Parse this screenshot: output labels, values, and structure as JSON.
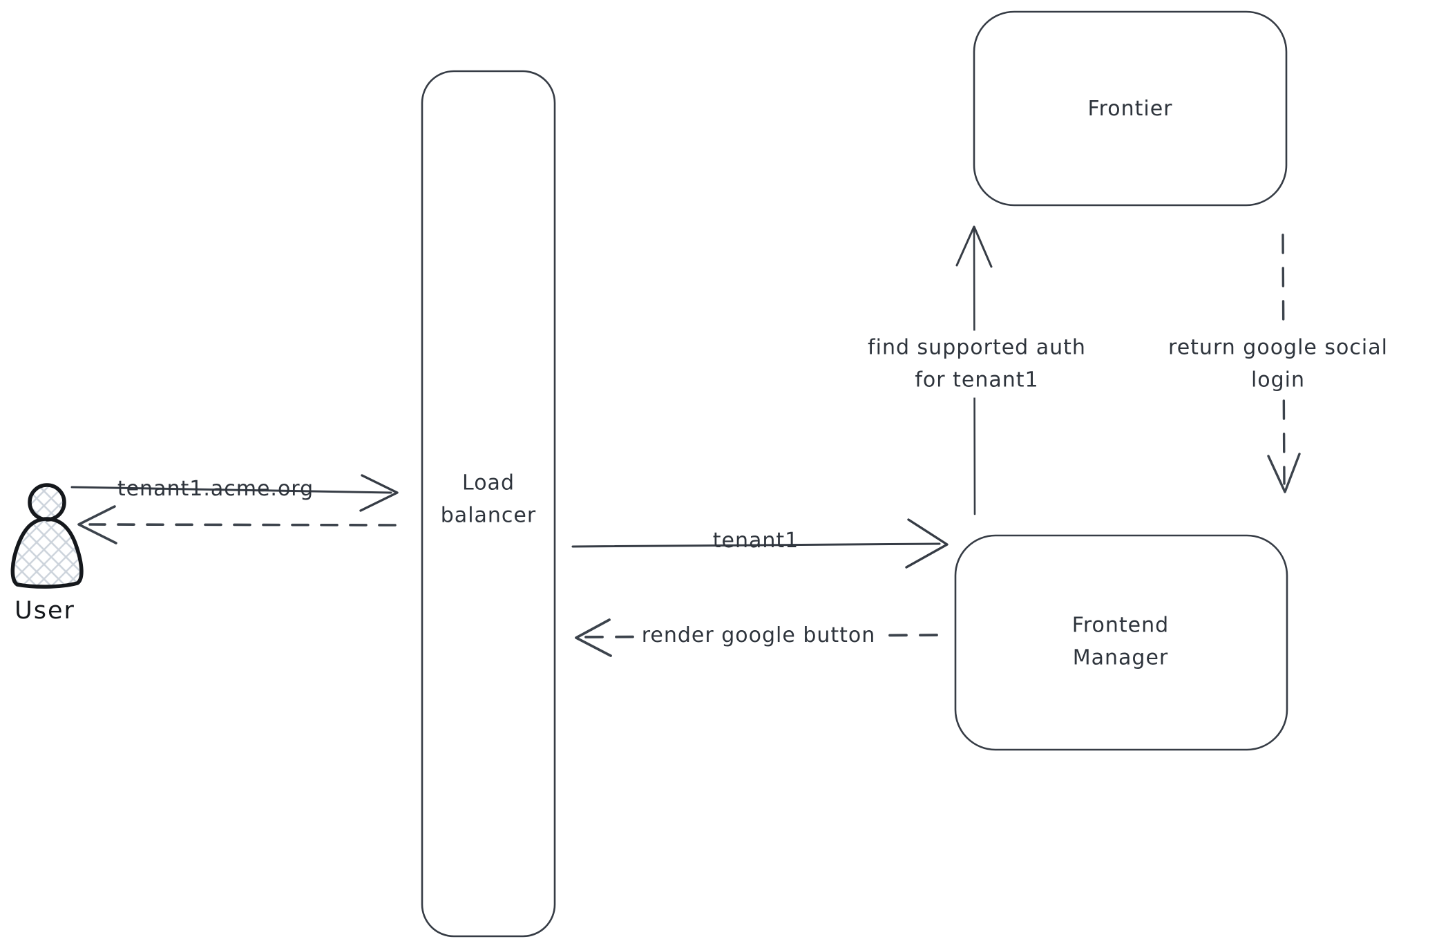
{
  "diagram": {
    "title": "tenant auth flow diagram",
    "colors": {
      "background": "#ffffff",
      "stroke": "#363c45",
      "text": "#2e343c",
      "person_stroke": "#15181c",
      "person_hatch": "#ccd3db"
    },
    "nodes": {
      "user": {
        "label": "User",
        "shape": "person"
      },
      "load_balancer": {
        "label": "Load balancer",
        "shape": "rounded-rect"
      },
      "frontier": {
        "label": "Frontier",
        "shape": "rounded-rect"
      },
      "frontend_manager": {
        "label": "Frontend Manager",
        "shape": "rounded-rect"
      }
    },
    "edges": {
      "user_to_lb": {
        "from": "user",
        "to": "load_balancer",
        "label": "tenant1.acme.org",
        "style": "solid",
        "direction": "right"
      },
      "lb_to_user": {
        "from": "load_balancer",
        "to": "user",
        "label": "",
        "style": "dashed",
        "direction": "left"
      },
      "lb_to_fm": {
        "from": "load_balancer",
        "to": "frontend_manager",
        "label": "tenant1",
        "style": "solid",
        "direction": "right"
      },
      "fm_to_lb": {
        "from": "frontend_manager",
        "to": "load_balancer",
        "label": "render google button",
        "style": "dashed",
        "direction": "left"
      },
      "fm_to_frontier": {
        "from": "frontend_manager",
        "to": "frontier",
        "label_lines": [
          "find supported auth",
          "for tenant1"
        ],
        "style": "solid",
        "direction": "up"
      },
      "frontier_to_fm": {
        "from": "frontier",
        "to": "frontend_manager",
        "label_lines": [
          "return google social",
          "login"
        ],
        "style": "dashed",
        "direction": "down"
      }
    }
  }
}
